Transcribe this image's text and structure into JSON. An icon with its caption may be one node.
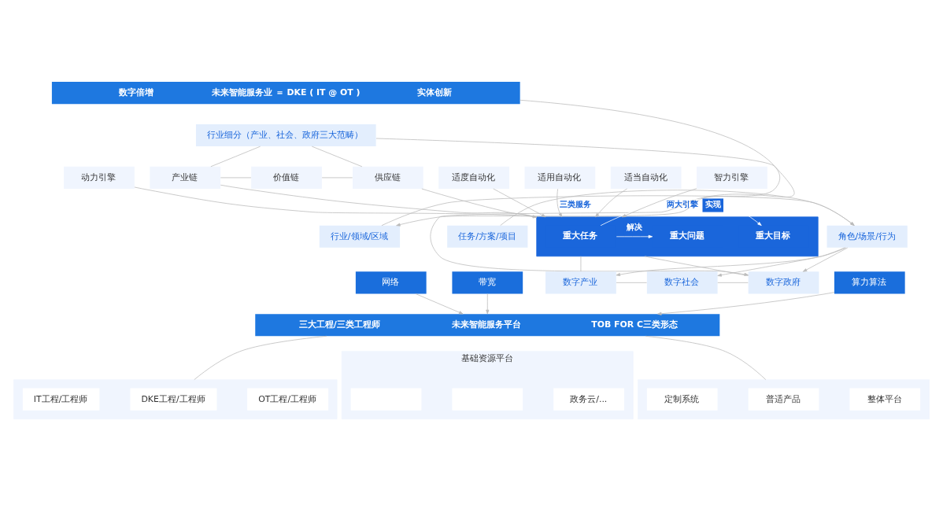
{
  "diagram": {
    "nodes": [
      {
        "text": [
          "数字倍增",
          "未来智能服务业 ＝ DKE ( IT @ OT )",
          "实体创新"
        ]
      },
      {
        "text": [
          "行业细分（产业、社会、政府三大范畴）"
        ]
      },
      {
        "text": [
          "产业链"
        ]
      },
      {
        "text": [
          "价值链"
        ]
      },
      {
        "text": [
          "供应链"
        ]
      },
      {
        "text": [],
        "shape": "box"
      },
      {
        "text": [
          "重大目标"
        ],
        "in": 5
      },
      {
        "text": [
          "重大任务"
        ],
        "in": 5
      },
      {
        "text": [
          "重大问题"
        ],
        "in": 5
      },
      {
        "text": [
          "适度自动化"
        ]
      },
      {
        "text": [
          "适用自动化"
        ]
      },
      {
        "text": [
          "适当自动化"
        ]
      },
      {
        "text": [
          "智力引擎"
        ]
      },
      {
        "text": [
          "动力引擎"
        ]
      },
      {
        "text": [
          "数字产业"
        ]
      },
      {
        "text": [
          "数字社会"
        ]
      },
      {
        "text": [
          "数字政府"
        ]
      },
      {
        "text": [
          "行业/领域/区域"
        ]
      },
      {
        "text": [
          "角色/场景/行为"
        ]
      },
      {
        "text": [
          "任务/方案/项目"
        ]
      },
      {
        "text": [
          "三大工程/三类工程师",
          "未来智能服务平台",
          "TOB FOR C三类形态"
        ]
      },
      {
        "text": [],
        "shape": "box"
      },
      {
        "text": [
          "IT工程/工程师"
        ],
        "in": 21
      },
      {
        "text": [
          "DKE工程/工程师"
        ],
        "in": 21
      },
      {
        "text": [
          "OT工程/工程师"
        ],
        "in": 21
      },
      {
        "text": [
          "网络"
        ]
      },
      {
        "text": [
          "算力算法"
        ]
      },
      {
        "text": [
          "带宽"
        ]
      },
      {
        "text": [
          "基础资源平台"
        ]
      },
      {
        "text": [],
        "shape": "box",
        "in": 28
      },
      {
        "text": [],
        "shape": "box",
        "in": 28
      },
      {
        "text": [
          "政务云/..."
        ],
        "in": 28
      },
      {
        "text": [],
        "shape": "box"
      },
      {
        "text": [
          "定制系统"
        ],
        "in": 32
      },
      {
        "text": [
          "普适产品"
        ],
        "in": 32
      },
      {
        "text": [
          "整体平台"
        ],
        "in": 32
      }
    ],
    "edges": [
      {
        "from": 1,
        "to": 2,
        "arrow": "none"
      },
      {
        "from": 1,
        "to": 4,
        "arrow": "none"
      },
      {
        "from": 2,
        "to": 3,
        "arrow": "none"
      },
      {
        "from": 3,
        "to": 4,
        "arrow": "none"
      },
      {
        "from": 2,
        "to": 5,
        "arrow": "none"
      },
      {
        "from": 4,
        "to": 5,
        "arrow": "none"
      },
      {
        "from": 9,
        "to": 5,
        "arrow": "to"
      },
      {
        "from": 10,
        "to": 5,
        "arrow": "to",
        "label": "三类服务"
      },
      {
        "from": 11,
        "to": 5,
        "arrow": "to"
      },
      {
        "from": 7,
        "to": 6,
        "arrow": "to",
        "label": "实现"
      },
      {
        "from": 7,
        "to": 8,
        "arrow": "to",
        "label": "解决"
      },
      {
        "from": 12,
        "to": 5,
        "arrow": "to",
        "label": "两大引擎"
      },
      {
        "from": 13,
        "to": 5,
        "arrow": "to"
      },
      {
        "from": 5,
        "to": 14,
        "arrow": "none"
      },
      {
        "from": 5,
        "to": 16,
        "arrow": "none"
      },
      {
        "from": 14,
        "to": 15,
        "arrow": "none"
      },
      {
        "from": 15,
        "to": 16,
        "arrow": "none"
      },
      {
        "from": 18,
        "to": 14,
        "arrow": "to"
      },
      {
        "from": 18,
        "to": 15,
        "arrow": "to"
      },
      {
        "from": 18,
        "to": 16,
        "arrow": "to"
      },
      {
        "from": 17,
        "to": 18,
        "arrow": "to"
      },
      {
        "from": 19,
        "to": 18,
        "arrow": "to"
      },
      {
        "from": 0,
        "to": 17,
        "arrow": "to"
      },
      {
        "from": 1,
        "to": 16,
        "arrow": "to"
      },
      {
        "from": 20,
        "to": 21,
        "arrow": "none"
      },
      {
        "from": 20,
        "to": 32,
        "arrow": "none"
      },
      {
        "from": 25,
        "to": 20,
        "arrow": "to"
      },
      {
        "from": 26,
        "to": 20,
        "arrow": "to"
      },
      {
        "from": 27,
        "to": 20,
        "arrow": "to"
      }
    ]
  }
}
